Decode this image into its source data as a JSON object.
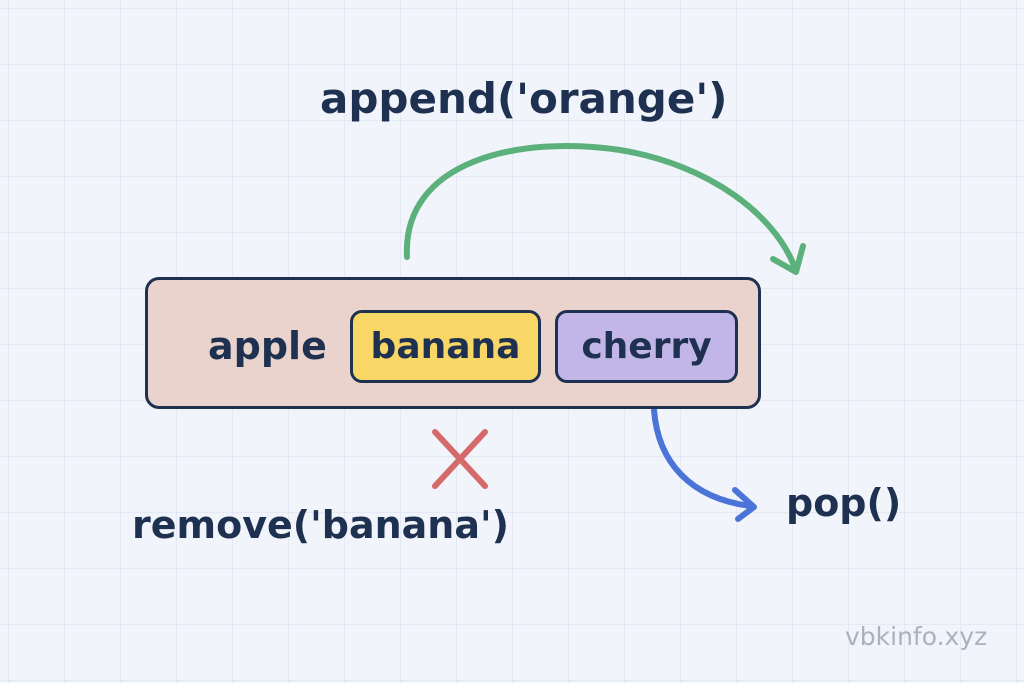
{
  "operations": {
    "append": "append('orange')",
    "remove": "remove('banana')",
    "pop": "pop()"
  },
  "list_items": [
    {
      "label": "apple",
      "style": "plain"
    },
    {
      "label": "banana",
      "style": "highlight",
      "color": "#f8d767"
    },
    {
      "label": "cherry",
      "style": "highlight",
      "color": "#c2b6e9"
    }
  ],
  "watermark": "vbkinfo.xyz",
  "colors": {
    "text": "#1f3150",
    "list_background": "#ead3cc",
    "append_arrow": "#5cb07c",
    "pop_arrow": "#4a74d8",
    "remove_mark": "#d46a6a",
    "watermark": "#aab1bf"
  },
  "icons": {
    "append": "curved-arrow-right-icon",
    "pop": "curved-arrow-down-right-icon",
    "remove": "cross-icon"
  }
}
